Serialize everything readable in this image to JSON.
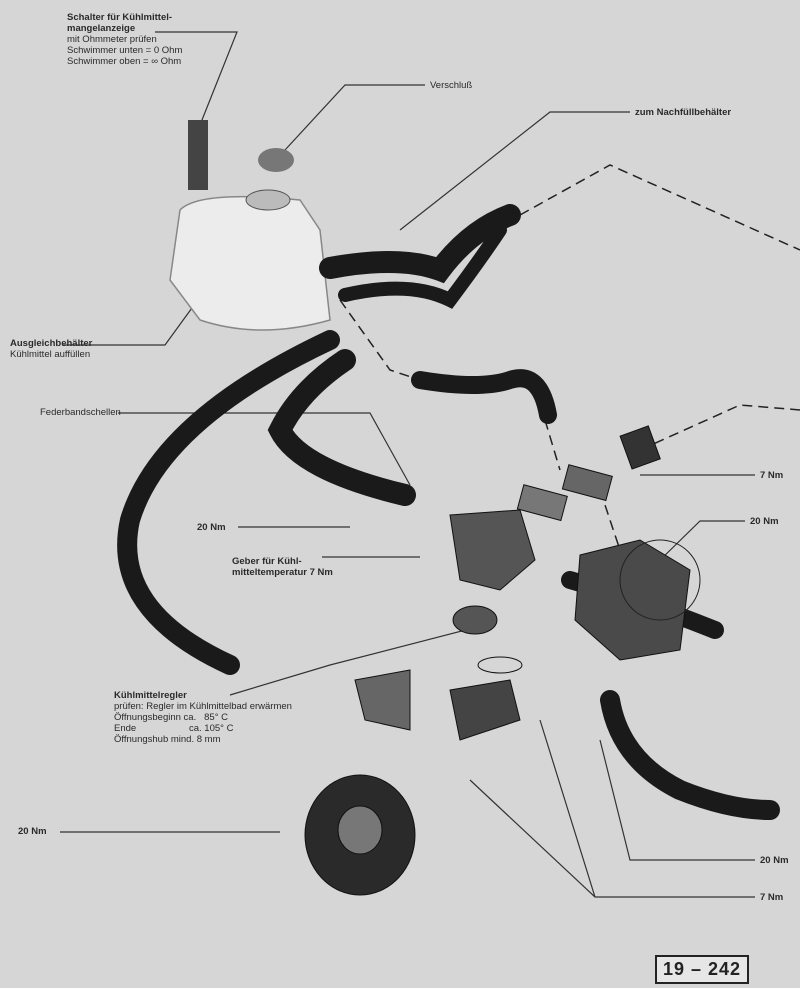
{
  "labels": {
    "switch": {
      "title1": "Schalter für Kühlmittel-",
      "title2": "mangelanzeige",
      "line1": "mit Ohmmeter prüfen",
      "line2": "Schwimmer unten = 0 Ohm",
      "line3": "Schwimmer oben = ∞ Ohm"
    },
    "cap": "Verschluß",
    "refill": "zum Nachfüllbehälter",
    "tank": {
      "title": "Ausgleichbehälter",
      "line1": "Kühlmittel auffüllen"
    },
    "clamps": "Federbandschellen",
    "torque_7_right": "7 Nm",
    "torque_20_right": "20 Nm",
    "torque_20_left": "20 Nm",
    "sender": {
      "line1": "Geber für Kühl-",
      "line2": "mitteltemperatur 7 Nm"
    },
    "thermostat": {
      "title": "Kühlmittelregler",
      "line1": "prüfen: Regler im Kühlmittelbad erwärmen",
      "line2": "Öffnungsbeginn ca.   85° C",
      "line3": "Ende                    ca. 105° C",
      "line4": "Öffnungshub mind. 8 mm"
    },
    "torque_20_pulley": "20 Nm",
    "torque_20_bottom": "20 Nm",
    "torque_7_bottom": "7 Nm"
  },
  "figure_number": "19 – 242"
}
